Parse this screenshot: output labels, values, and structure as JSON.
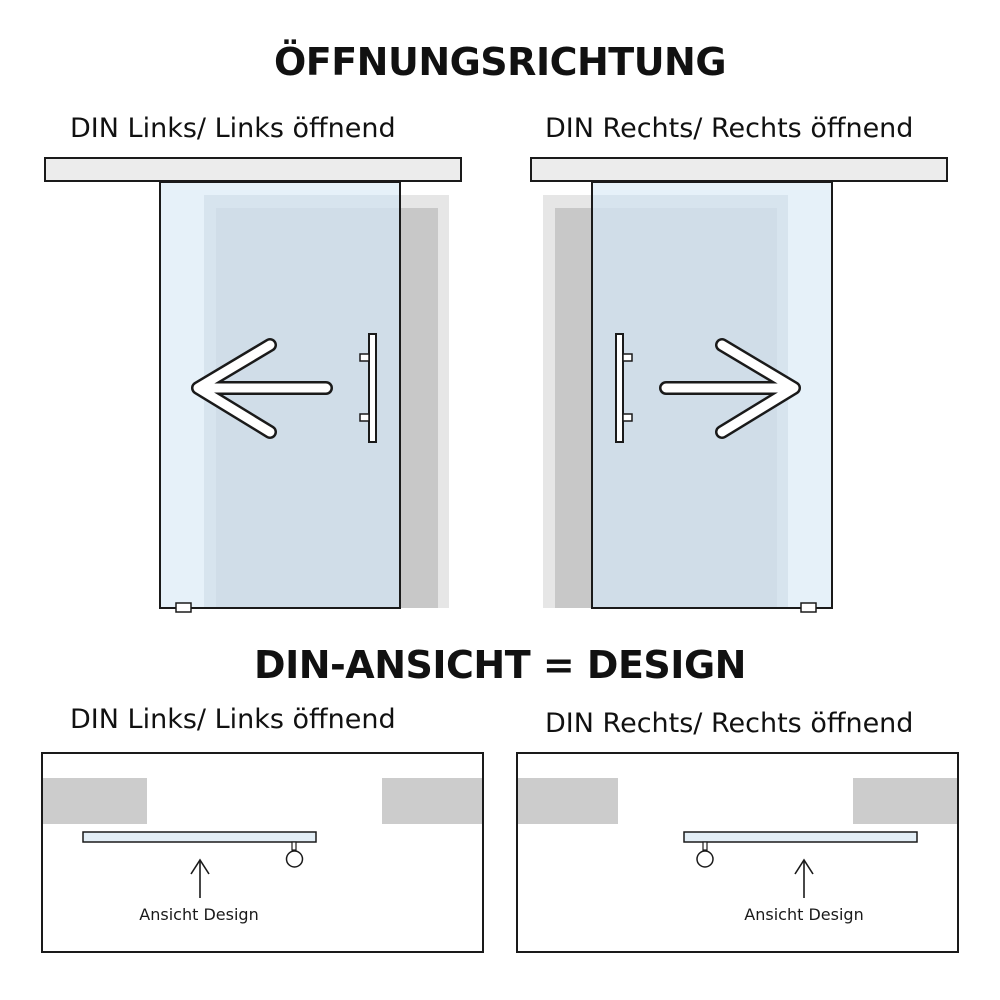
{
  "opening_section": {
    "title": "ÖFFNUNGSRICHTUNG",
    "left": {
      "label": "DIN Links/ Links öffnend",
      "direction": "left"
    },
    "right": {
      "label": "DIN Rechts/ Rechts öffnend",
      "direction": "right"
    }
  },
  "design_section": {
    "title": "DIN-ANSICHT = DESIGN",
    "left": {
      "label": "DIN Links/ Links öffnend",
      "view_label": "Ansicht Design"
    },
    "right": {
      "label": "DIN Rechts/ Rechts öffnend",
      "view_label": "Ansicht Design"
    }
  },
  "colors": {
    "glass": "#dde9f2",
    "glass_edge": "#e8f3fa",
    "wall_shadow": "#c8c8c8",
    "rail": "#ececec",
    "outline": "#1a1a1a"
  }
}
